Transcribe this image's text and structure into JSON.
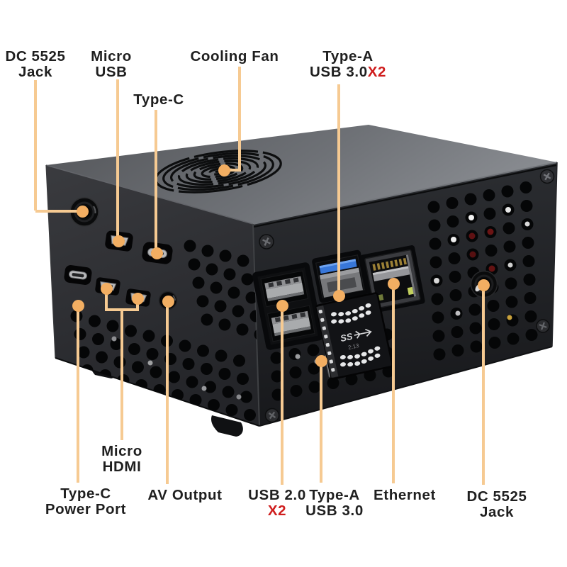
{
  "labels": {
    "dc5525_left": {
      "line1": "DC 5525",
      "line2": "Jack"
    },
    "micro_usb": {
      "line1": "Micro",
      "line2": "USB"
    },
    "type_c": {
      "line1": "Type-C"
    },
    "cooling_fan": {
      "line1": "Cooling Fan"
    },
    "type_a_usb3_top": {
      "line1": "Type-A",
      "line2": "USB 3.0",
      "multiplier": "X2"
    },
    "micro_hdmi": {
      "line1": "Micro",
      "line2": "HDMI"
    },
    "type_c_power": {
      "line1": "Type-C",
      "line2": "Power Port"
    },
    "av_output": {
      "line1": "AV Output"
    },
    "usb_2_0": {
      "line1": "USB 2.0",
      "multiplier": "X2"
    },
    "type_a_usb3_bottom": {
      "line1": "Type-A",
      "line2": "USB 3.0"
    },
    "ethernet": {
      "line1": "Ethernet"
    },
    "dc5525_right": {
      "line1": "DC 5525",
      "line2": "Jack"
    }
  },
  "adapter_markings": {
    "logo": "SS",
    "code": "2:13"
  },
  "colors": {
    "leader_line": "#f6ca92",
    "marker_dot": "#f2ae62",
    "label_text": "#1f1f1f",
    "highlight_red": "#cf1d1d",
    "usb3_blue": "#3877d9",
    "ethernet_led_green": "#c2cf5e",
    "case_dark": "#202124",
    "case_top_gray": "#84878c"
  }
}
